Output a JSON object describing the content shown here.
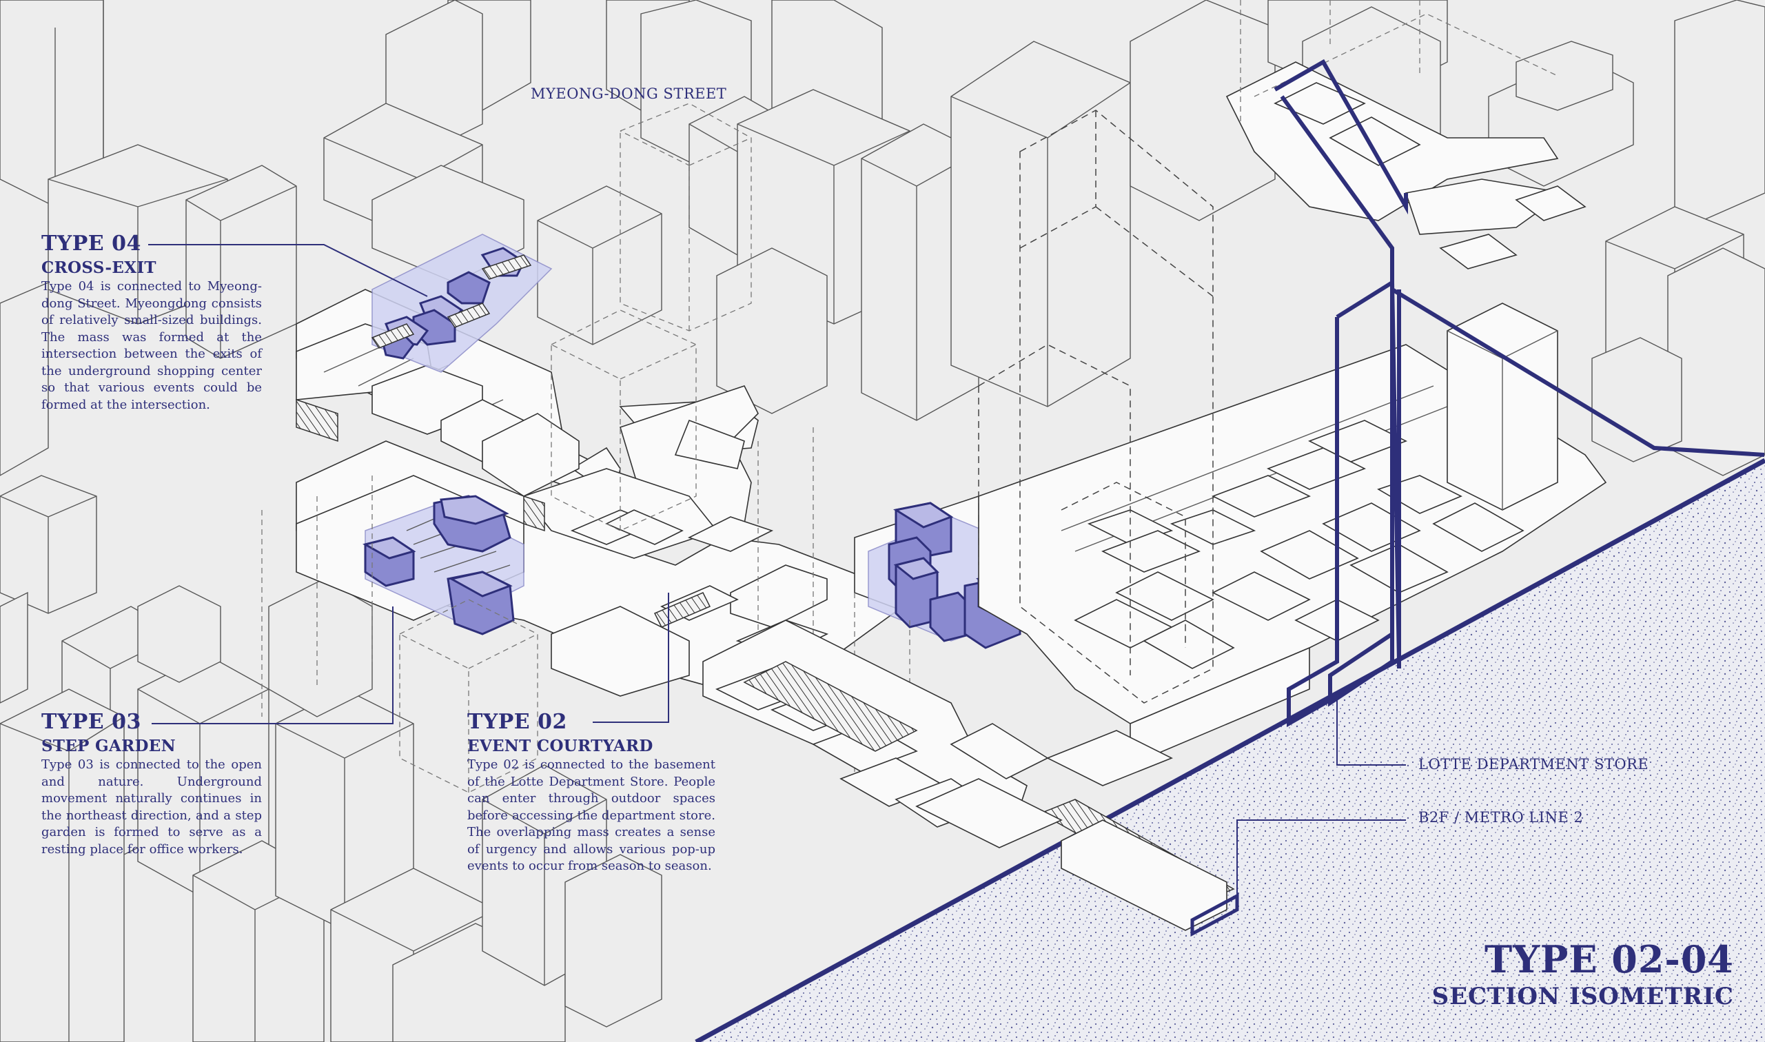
{
  "street_label": "MYEONG-DONG STREET",
  "types": [
    {
      "id": "type04",
      "title": "TYPE 04",
      "subtitle": "CROSS-EXIT",
      "body": "Type 04 is connected to Myeong-dong Street. Myeongdong consists of relatively small-sized buildings. The mass was formed at the intersection between the exits of the underground shopping center so that various events could be formed at the intersection."
    },
    {
      "id": "type03",
      "title": "TYPE 03",
      "subtitle": "STEP GARDEN",
      "body": "Type 03 is connected to the open and nature. Underground movement naturally continues in the northeast direction, and a step garden is formed to serve as a resting place for office workers."
    },
    {
      "id": "type02",
      "title": "TYPE 02",
      "subtitle": "EVENT COURTYARD",
      "body": "Type 02 is connected to the basement of the Lotte Department Store. People can enter through outdoor spaces before accessing the department store. The overlapping mass creates a sense of urgency and allows various pop-up events to occur from season to season."
    }
  ],
  "callouts": {
    "lotte": "LOTTE DEPARTMENT STORE",
    "metro": "B2F / METRO LINE 2"
  },
  "sheet_title": {
    "main": "TYPE 02-04",
    "sub": "SECTION ISOMETRIC"
  },
  "colors": {
    "accent": "#2e2f7a",
    "mass": "#8a8ad0",
    "background": "#ededed"
  }
}
